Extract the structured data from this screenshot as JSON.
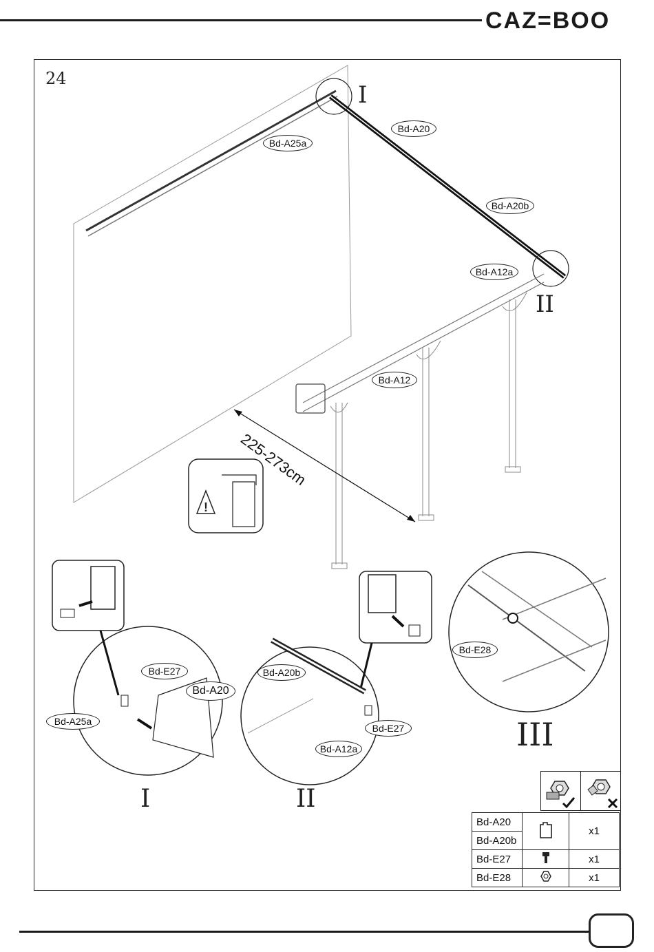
{
  "header": {
    "brand": "CAZ=BOO"
  },
  "step": {
    "number": "24"
  },
  "parts_labels": {
    "top_beam": "Bd-A20",
    "top_beam_b": "Bd-A20b",
    "wall_rail": "Bd-A25a",
    "front_beam_a": "Bd-A12a",
    "front_beam": "Bd-A12"
  },
  "dimension": {
    "text": "225-273cm"
  },
  "detail_markers": {
    "one": "I",
    "two": "II",
    "three": "III"
  },
  "detail_I": {
    "screw": "Bd-E27",
    "beam": "Bd-A20",
    "rail": "Bd-A25a",
    "caption": "I"
  },
  "detail_II": {
    "beam_b": "Bd-A20b",
    "screw": "Bd-E27",
    "front": "Bd-A12a",
    "caption": "II"
  },
  "detail_III": {
    "nut": "Bd-E28",
    "caption": "III"
  },
  "parts_table": {
    "rows": [
      {
        "codes": [
          "Bd-A20",
          "Bd-A20b"
        ],
        "icon": "profile-icon",
        "qty": "x1"
      },
      {
        "codes": [
          "Bd-E27"
        ],
        "icon": "bolt-icon",
        "qty": "x1"
      },
      {
        "codes": [
          "Bd-E28"
        ],
        "icon": "nut-icon",
        "qty": "x1"
      }
    ]
  },
  "hardware_hint": {
    "correct": "check-icon",
    "wrong": "cross-icon"
  }
}
